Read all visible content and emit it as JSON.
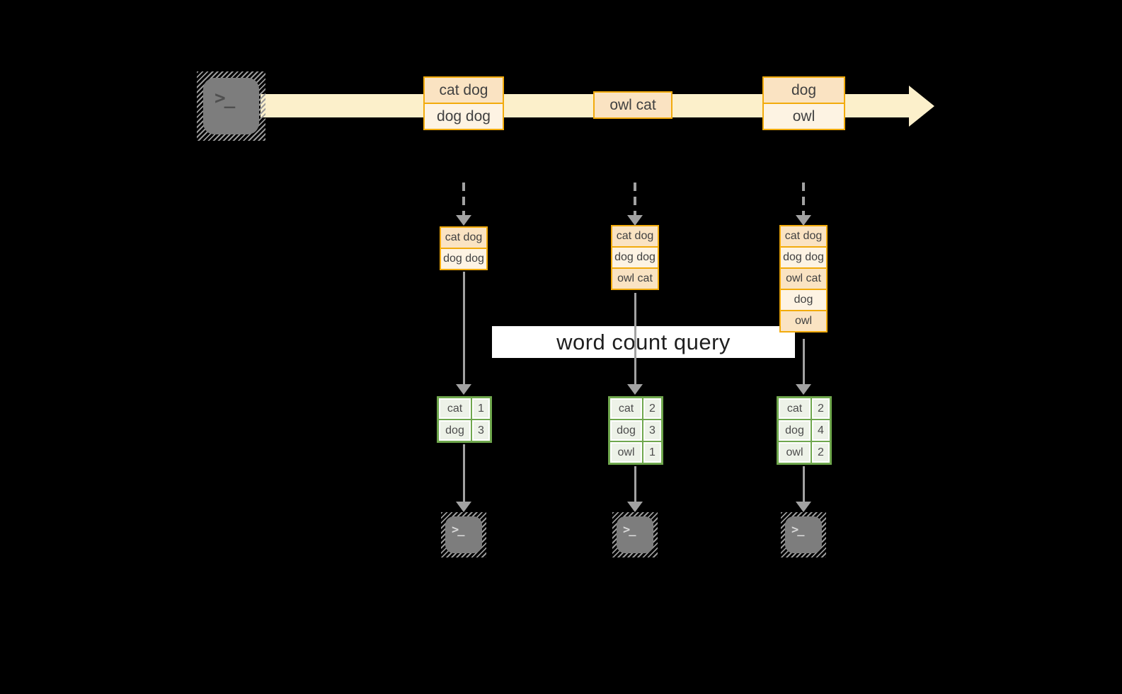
{
  "query_label": "word count query",
  "stream": {
    "source_icon": "terminal-icon",
    "batches": [
      {
        "events": [
          "cat dog",
          "dog dog"
        ]
      },
      {
        "events": [
          "owl cat"
        ]
      },
      {
        "events": [
          "dog",
          "owl"
        ]
      }
    ]
  },
  "micro_batches": [
    {
      "input_events": [
        "cat dog",
        "dog dog"
      ],
      "result": {
        "rows": [
          {
            "word": "cat",
            "count": "1"
          },
          {
            "word": "dog",
            "count": "3"
          }
        ]
      },
      "sink_icon": "terminal-icon"
    },
    {
      "input_events": [
        "cat dog",
        "dog dog",
        "owl cat"
      ],
      "result": {
        "rows": [
          {
            "word": "cat",
            "count": "2"
          },
          {
            "word": "dog",
            "count": "3"
          },
          {
            "word": "owl",
            "count": "1"
          }
        ]
      },
      "sink_icon": "terminal-icon"
    },
    {
      "input_events": [
        "cat dog",
        "dog dog",
        "owl cat",
        "dog",
        "owl"
      ],
      "result": {
        "rows": [
          {
            "word": "cat",
            "count": "2"
          },
          {
            "word": "dog",
            "count": "4"
          },
          {
            "word": "owl",
            "count": "2"
          }
        ]
      },
      "sink_icon": "terminal-icon"
    }
  ],
  "terminal_prompt": ">_",
  "colors": {
    "stream_band": "#fcf0cb",
    "event_border": "#f2ab0c",
    "event_fill_dark": "#fae3c2",
    "event_fill_light": "#fdf3e3",
    "table_border": "#6fa74d",
    "table_fill": "#edf2e8",
    "arrow_gray": "#a2a2a2",
    "background": "#000000"
  }
}
